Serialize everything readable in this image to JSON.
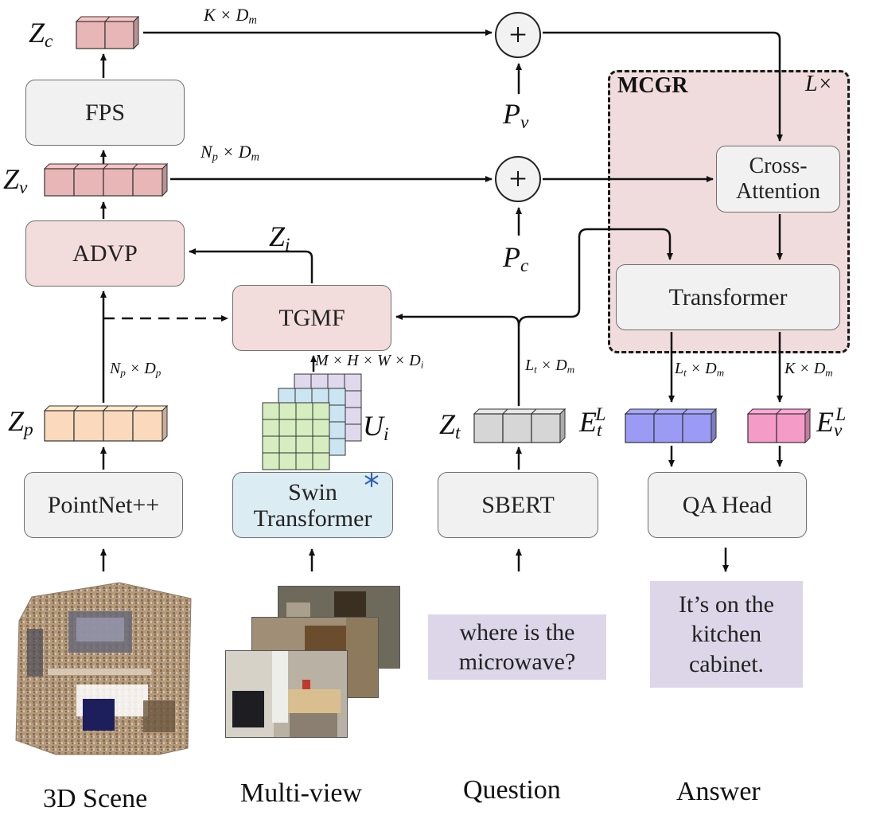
{
  "nodes": {
    "fps": "FPS",
    "advp": "ADVP",
    "tgmf": "TGMF",
    "pointnet": "PointNet++",
    "swin_line1": "Swin",
    "swin_line2": "Transformer",
    "sbert": "SBERT",
    "qa_head": "QA Head",
    "cross_attention_line1": "Cross-",
    "cross_attention_line2": "Attention",
    "transformer": "Transformer"
  },
  "region": {
    "title": "MCGR",
    "repeat": "L×"
  },
  "symbols": {
    "z_c": {
      "base": "Z",
      "sub": "c"
    },
    "z_v": {
      "base": "Z",
      "sub": "v"
    },
    "z_p": {
      "base": "Z",
      "sub": "p"
    },
    "z_i": {
      "base": "Z",
      "sub": "i"
    },
    "z_t": {
      "base": "Z",
      "sub": "t"
    },
    "u_i": {
      "base": "U",
      "sub": "i"
    },
    "p_v": {
      "base": "P",
      "sub": "v"
    },
    "p_c": {
      "base": "P",
      "sub": "c"
    },
    "e_t": {
      "base": "E",
      "sub": "t",
      "sup": "L"
    },
    "e_v": {
      "base": "E",
      "sub": "v",
      "sup": "L"
    },
    "plus": "+"
  },
  "dims": {
    "k_dm_top": {
      "a": "K",
      "x": "×",
      "b": "D",
      "b_sub": "m"
    },
    "np_dm": {
      "a": "N",
      "a_sub": "p",
      "x": "×",
      "b": "D",
      "b_sub": "m"
    },
    "np_dp": {
      "a": "N",
      "a_sub": "p",
      "x": "×",
      "b": "D",
      "b_sub": "p"
    },
    "mhwd": {
      "text": "M × H × W × D",
      "sub": "i"
    },
    "lt_dm_left": {
      "a": "L",
      "a_sub": "t",
      "x": "×",
      "b": "D",
      "b_sub": "m"
    },
    "lt_dm_right": {
      "a": "L",
      "a_sub": "t",
      "x": "×",
      "b": "D",
      "b_sub": "m"
    },
    "k_dm_right": {
      "a": "K",
      "x": "×",
      "b": "D",
      "b_sub": "m"
    }
  },
  "texts": {
    "question": [
      "where is the",
      "microwave?"
    ],
    "answer": [
      "It’s on the",
      "kitchen",
      "cabinet."
    ]
  },
  "captions": {
    "scene": "3D Scene",
    "multiview": "Multi-view",
    "question": "Question",
    "answer": "Answer"
  },
  "colors": {
    "z_c": "#e8b6b6",
    "z_v": "#e8b6b6",
    "z_p": "#fbd9bd",
    "z_t": "#d6d6d6",
    "e_t": "#9b9bf5",
    "e_v": "#f59bc8",
    "u_i_front": "#d6edc0",
    "u_i_mid": "#cbe6f2",
    "u_i_back": "#e0d8ec",
    "node_grey": "#f1f1f1",
    "node_pink": "#f3dcdc",
    "node_blue": "#dcecf3",
    "region": "#f0dcdc",
    "text_box": "#ddd6e8"
  }
}
